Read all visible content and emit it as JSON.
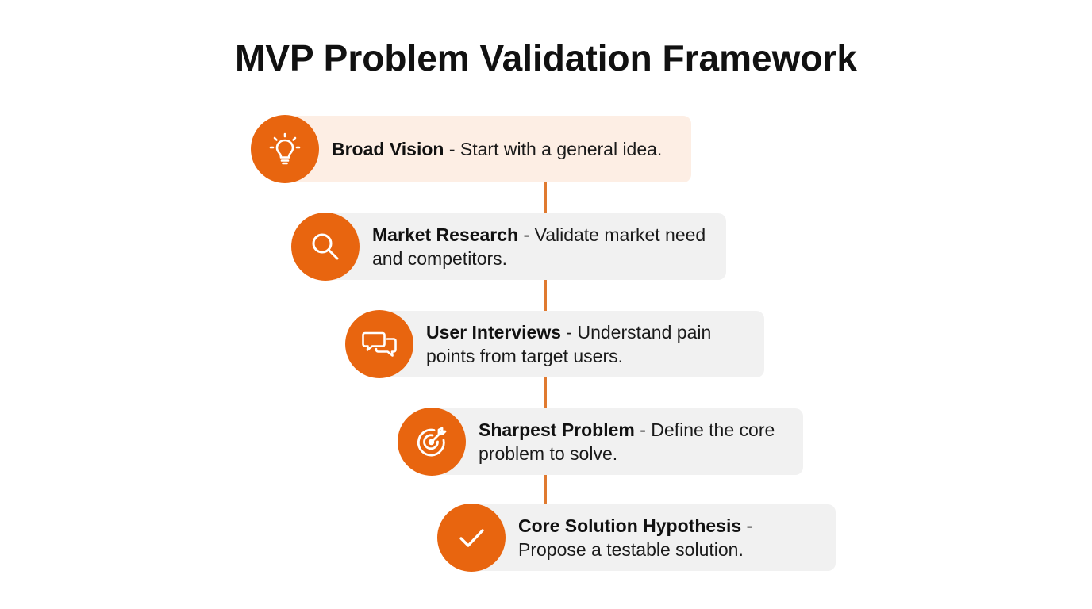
{
  "title": "MVP Problem Validation Framework",
  "colors": {
    "accent": "#e8650f",
    "connector": "#e07a30",
    "card": "#f1f1f1",
    "card_highlight": "#fdeee4"
  },
  "steps": [
    {
      "name": "Broad Vision",
      "separator": " - ",
      "description": "Start with a general idea.",
      "icon": "lightbulb-icon"
    },
    {
      "name": "Market Research",
      "separator": " - ",
      "description": "Validate market need and competitors.",
      "icon": "magnifier-icon"
    },
    {
      "name": "User Interviews",
      "separator": " - ",
      "description": "Understand pain points from target users.",
      "icon": "chat-bubbles-icon"
    },
    {
      "name": "Sharpest Problem",
      "separator": " - ",
      "description": "Define the core problem to solve.",
      "icon": "target-icon"
    },
    {
      "name": "Core Solution Hypothesis",
      "separator": " - ",
      "description": "Propose a testable solution.",
      "icon": "checkmark-icon"
    }
  ]
}
